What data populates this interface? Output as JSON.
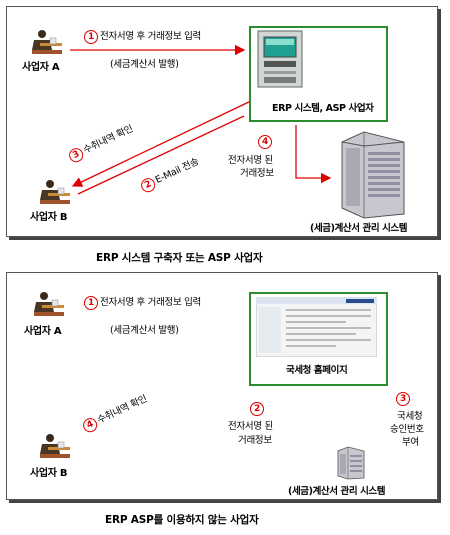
{
  "top": {
    "actor_a": "사업자 A",
    "actor_b": "사업자 B",
    "step1_num": "1",
    "step1": "전자서명 후 거래정보 입력",
    "step1_sub": "(세금계산서 발행)",
    "erp_label": "ERP 시스템, ASP 사업자",
    "step3_num": "3",
    "step3": "수취내역 확인",
    "step2_num": "2",
    "step2": "E-Mail 전송",
    "step4_num": "4",
    "step4_line1": "전자서명 된",
    "step4_line2": "거래정보",
    "mgmt_label": "(세금)계산서 관리 시스템",
    "caption": "ERP 시스템 구축자 또는 ASP 사업자"
  },
  "bottom": {
    "actor_a": "사업자 A",
    "actor_b": "사업자 B",
    "step1_num": "1",
    "step1": "전자서명 후 거래정보 입력",
    "step1_sub": "(세금계산서 발행)",
    "nts_label": "국세청 홈페이지",
    "step4_num": "4",
    "step4": "수취내역 확인",
    "step2_num": "2",
    "step2_line1": "전자서명 된",
    "step2_line2": "거래정보",
    "step3_num": "3",
    "step3_line1": "국세청",
    "step3_line2": "승인번호",
    "step3_line3": "부여",
    "mgmt_label": "(세금)계산서 관리 시스템",
    "caption": "ERP ASP를 이용하지 않는 사업자"
  }
}
